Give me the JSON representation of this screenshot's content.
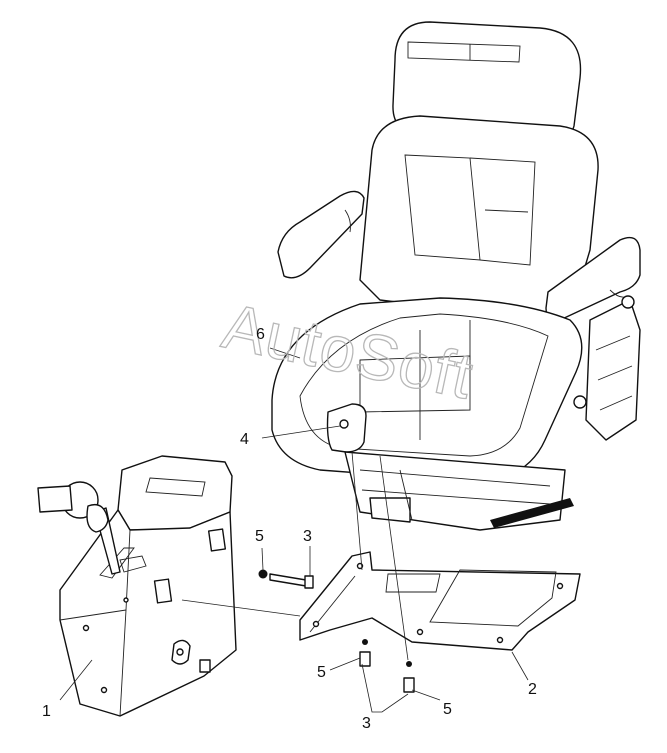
{
  "watermark": "AutoSoft",
  "callouts": [
    "1",
    "2",
    "3",
    "3",
    "4",
    "5",
    "5",
    "5",
    "6"
  ]
}
